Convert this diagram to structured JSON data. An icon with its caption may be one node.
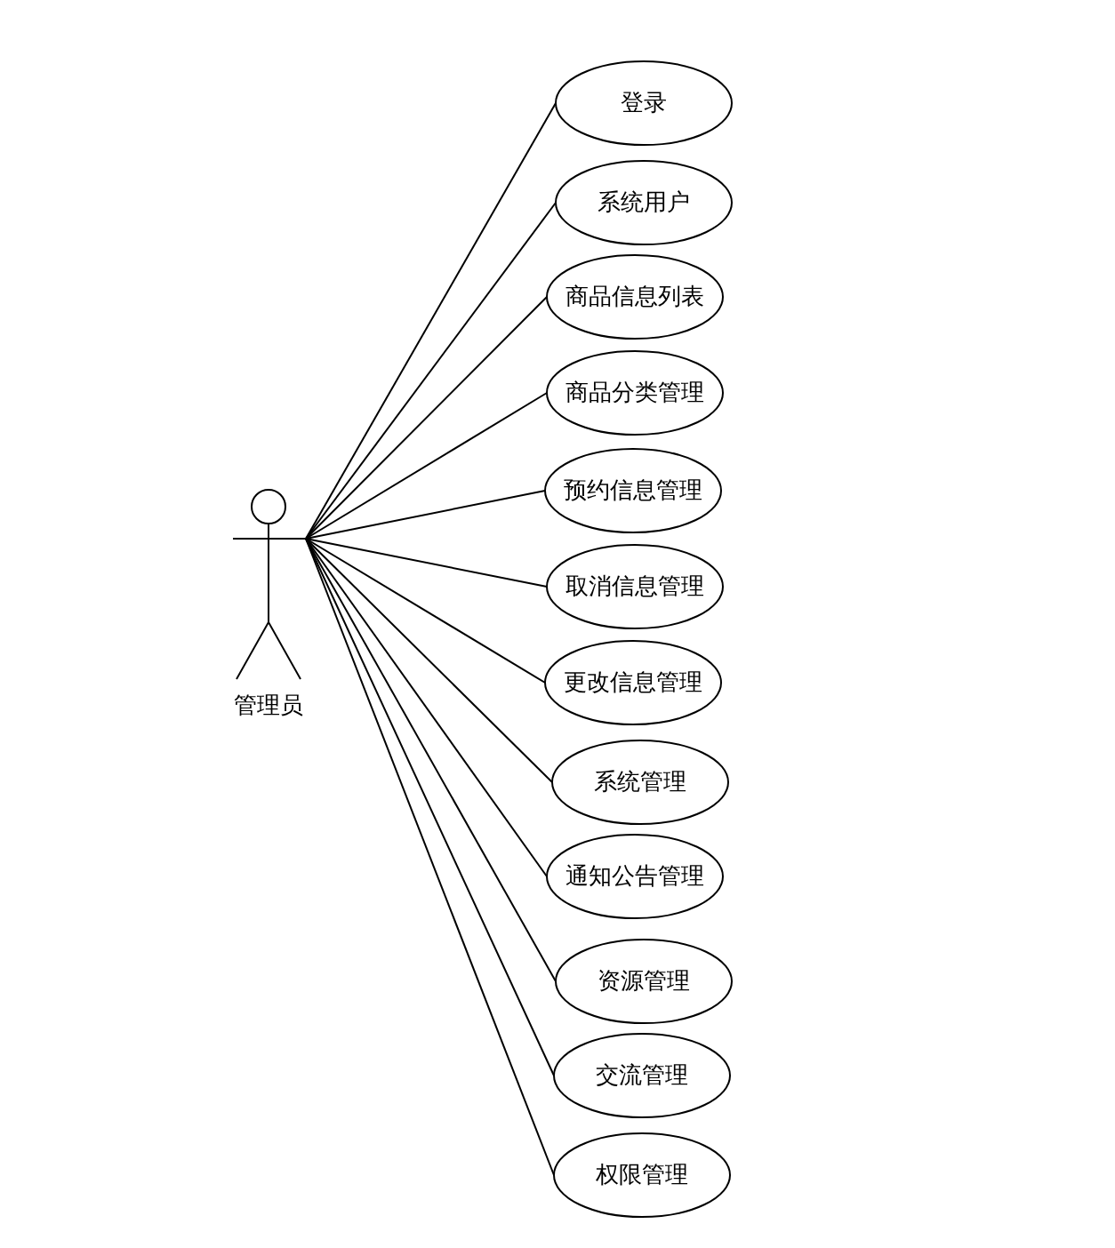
{
  "diagram": {
    "nodes": [
      {
        "text": [
          "管理员"
        ]
      },
      {
        "text": [
          "登录"
        ]
      },
      {
        "text": [
          "系统用户"
        ]
      },
      {
        "text": [
          "商品信息列表"
        ]
      },
      {
        "text": [
          "商品分类管理"
        ]
      },
      {
        "text": [
          "预约信息管理"
        ]
      },
      {
        "text": [
          "取消信息管理"
        ]
      },
      {
        "text": [
          "更改信息管理"
        ]
      },
      {
        "text": [
          "系统管理"
        ]
      },
      {
        "text": [
          "通知公告管理"
        ]
      },
      {
        "text": [
          "资源管理"
        ]
      },
      {
        "text": [
          "交流管理"
        ]
      },
      {
        "text": [
          "权限管理"
        ]
      }
    ],
    "edges": [
      {
        "from": 0,
        "to": 1,
        "arrow": "none"
      },
      {
        "from": 0,
        "to": 2,
        "arrow": "none"
      },
      {
        "from": 0,
        "to": 3,
        "arrow": "none"
      },
      {
        "from": 0,
        "to": 4,
        "arrow": "none"
      },
      {
        "from": 0,
        "to": 5,
        "arrow": "none"
      },
      {
        "from": 0,
        "to": 6,
        "arrow": "none"
      },
      {
        "from": 0,
        "to": 7,
        "arrow": "none"
      },
      {
        "from": 0,
        "to": 8,
        "arrow": "none"
      },
      {
        "from": 0,
        "to": 9,
        "arrow": "none"
      },
      {
        "from": 0,
        "to": 10,
        "arrow": "none"
      },
      {
        "from": 0,
        "to": 11,
        "arrow": "none"
      },
      {
        "from": 0,
        "to": 12,
        "arrow": "none"
      }
    ]
  }
}
